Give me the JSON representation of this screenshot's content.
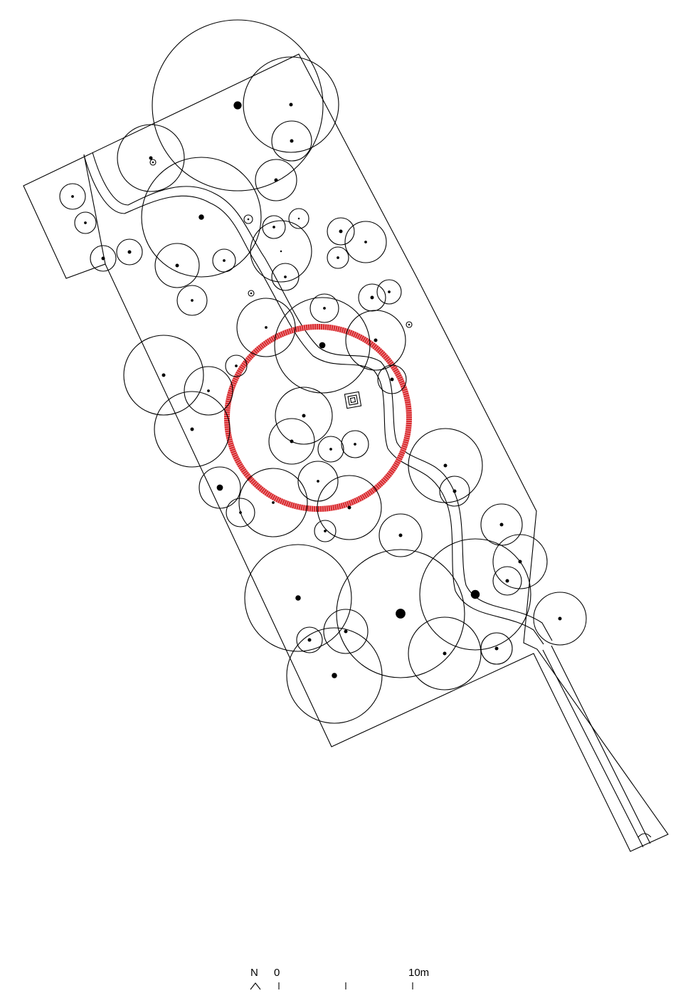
{
  "drawing": {
    "type": "site plan",
    "colors": {
      "line": "#000000",
      "ring": "#d9262b",
      "background": "#ffffff"
    }
  },
  "north_arrow": {
    "label": "N",
    "icon": "north-arrow-icon"
  },
  "scale_bar": {
    "start_label": "0",
    "end_label": "10m"
  }
}
